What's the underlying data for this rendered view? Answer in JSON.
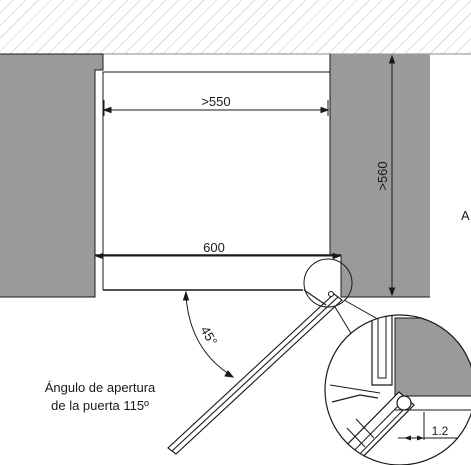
{
  "labels": {
    "width_min": ">550",
    "depth_min": ">560",
    "overall_width": "600",
    "angle": "45°",
    "clearance": "1.2",
    "side_letter": "A"
  },
  "caption": {
    "line1": "Ángulo de apertura",
    "line2": "de la puerta 115º"
  },
  "colors": {
    "cabinet": "#9a9a9a",
    "wall_hatch": "#bdbdbd",
    "line": "#1a1a1a",
    "background": "#ffffff"
  }
}
